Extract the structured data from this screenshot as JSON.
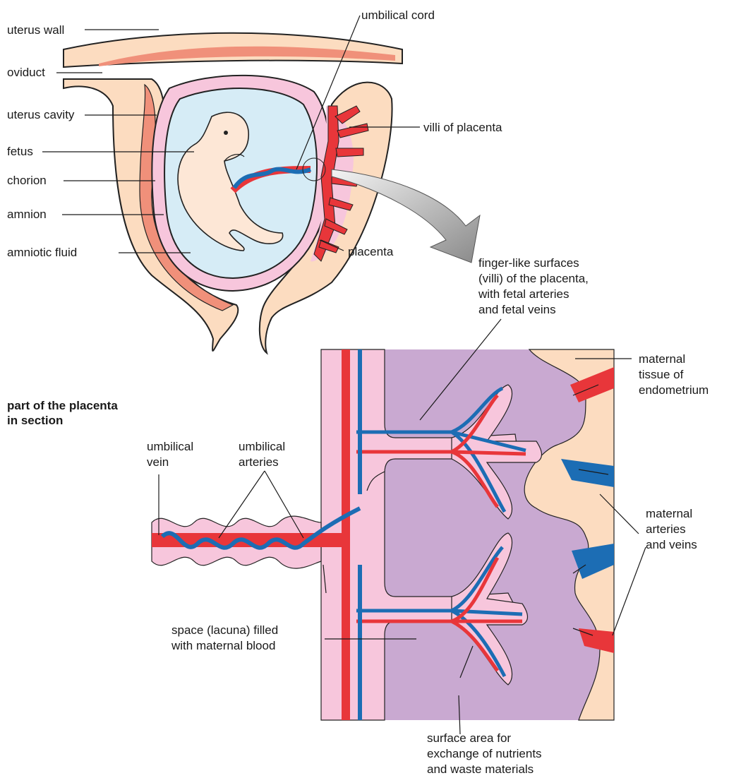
{
  "colors": {
    "uterus_tissue": "#fcdcc0",
    "muscle_layer": "#f0907a",
    "chorion": "#f7c6dc",
    "amniotic_fluid": "#d6ecf6",
    "fetus_skin": "#fde7d6",
    "artery_red": "#e8363a",
    "vein_blue": "#1c6db4",
    "maternal_blood": "#c9a9d1",
    "arrow_grey": "#9a9a9a"
  },
  "top_labels": {
    "uterus_wall": "uterus wall",
    "oviduct": "oviduct",
    "uterus_cavity": "uterus cavity",
    "fetus": "fetus",
    "chorion": "chorion",
    "amnion": "amnion",
    "amniotic_fluid": "amniotic fluid",
    "umbilical_cord": "umbilical cord",
    "villi_of_placenta": "villi of placenta",
    "placenta": "placenta"
  },
  "section_heading": [
    "part of the placenta",
    "in section"
  ],
  "bottom_labels": {
    "umbilical_vein": [
      "umbilical",
      "vein"
    ],
    "umbilical_arteries": [
      "umbilical",
      "arteries"
    ],
    "finger_like": [
      "finger-like surfaces",
      "(villi) of the placenta,",
      "with fetal arteries",
      "and fetal veins"
    ],
    "maternal_tissue": [
      "maternal",
      "tissue of",
      "endometrium"
    ],
    "maternal_arteries": [
      "maternal",
      "arteries",
      "and veins"
    ],
    "lacuna": [
      "space (lacuna) filled",
      "with maternal blood"
    ],
    "surface_area": [
      "surface area for",
      "exchange of nutrients",
      "and waste materials"
    ]
  }
}
